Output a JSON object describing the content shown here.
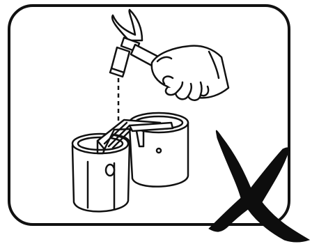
{
  "figure": {
    "kind": "warning-illustration",
    "icons": [
      "frame-rounded",
      "hammer-icon",
      "hand-icon",
      "battery-pack-icon",
      "prohibited-x-mark"
    ],
    "colors": {
      "stroke": "#111111",
      "fill": "#ffffff",
      "mark": "#0d0d0d"
    }
  }
}
